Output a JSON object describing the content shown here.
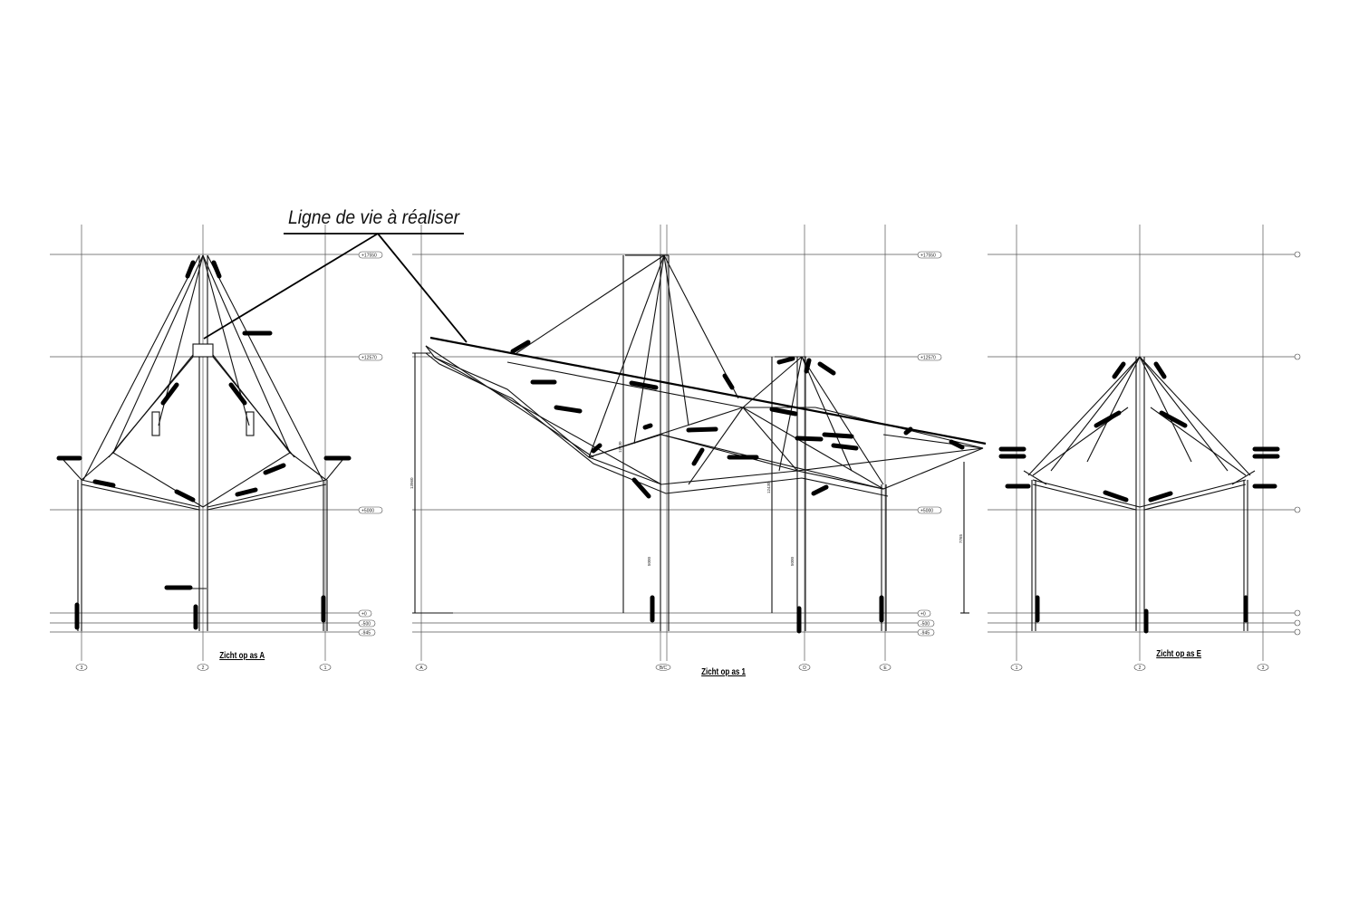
{
  "callout": "Ligne de vie à réaliser",
  "views": {
    "a": {
      "title": "Zicht op as A",
      "axes": [
        "3",
        "2",
        "1"
      ]
    },
    "one": {
      "title": "Zicht op as 1",
      "axes": [
        "A",
        "B/C",
        "D",
        "E"
      ]
    },
    "e": {
      "title": "Zicht op as E",
      "axes": [
        "1",
        "2",
        "3"
      ]
    }
  },
  "levels": [
    "+17550",
    "+12570",
    "+5000",
    "+0",
    "-500",
    "-945"
  ],
  "dimensions": [
    "13960",
    "12430",
    "5000",
    "5000",
    "7765"
  ]
}
